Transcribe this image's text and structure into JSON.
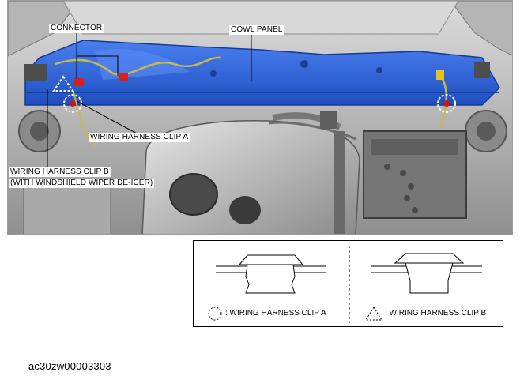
{
  "callouts": {
    "connector": "CONNECTOR",
    "cowl_panel": "COWL PANEL",
    "clip_a": "WIRING HARNESS CLIP A",
    "clip_b_line1": "WIRING HARNESS CLIP B",
    "clip_b_line2": "(WITH WINDSHIELD WIPER DE-ICER)"
  },
  "legend": {
    "clip_a_label": ": WIRING HARNESS CLIP A",
    "clip_b_label": ": WIRING HARNESS CLIP B",
    "clip_a_symbol": "dashed-circle",
    "clip_b_symbol": "dashed-triangle"
  },
  "figure_id": "ac30zw00003303",
  "colors": {
    "cowl_panel": "#2f63d6",
    "harness": "#c9b94a",
    "connector": "#d62020"
  }
}
